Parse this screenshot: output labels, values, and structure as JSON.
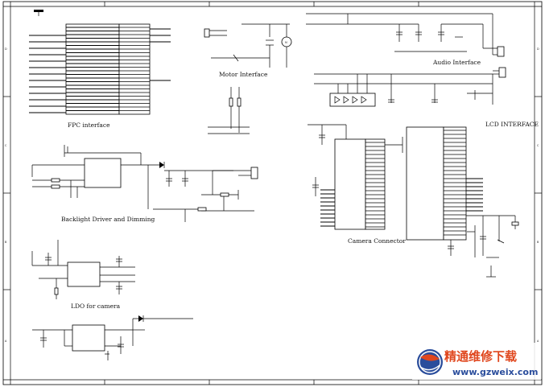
{
  "sections": {
    "fpc": "FPC interface",
    "motor": "Motor Interface",
    "audio": "Audio Interface",
    "lcd": "LCD INTERFACE",
    "backlight": "Backlight Driver and Dimming",
    "camera_connector": "Camera Connector",
    "ldo": "LDO for camera"
  },
  "frame": {
    "row_letters": [
      "D",
      "C",
      "B",
      "A"
    ]
  },
  "watermark": {
    "title": "精通维修下载",
    "url": "www.gzweix.com"
  },
  "icons": {
    "watermark_logo": "globe-logo-icon"
  },
  "colors": {
    "ink": "#000000",
    "watermark_red": "#e0471e",
    "watermark_blue": "#2a4d9c"
  }
}
